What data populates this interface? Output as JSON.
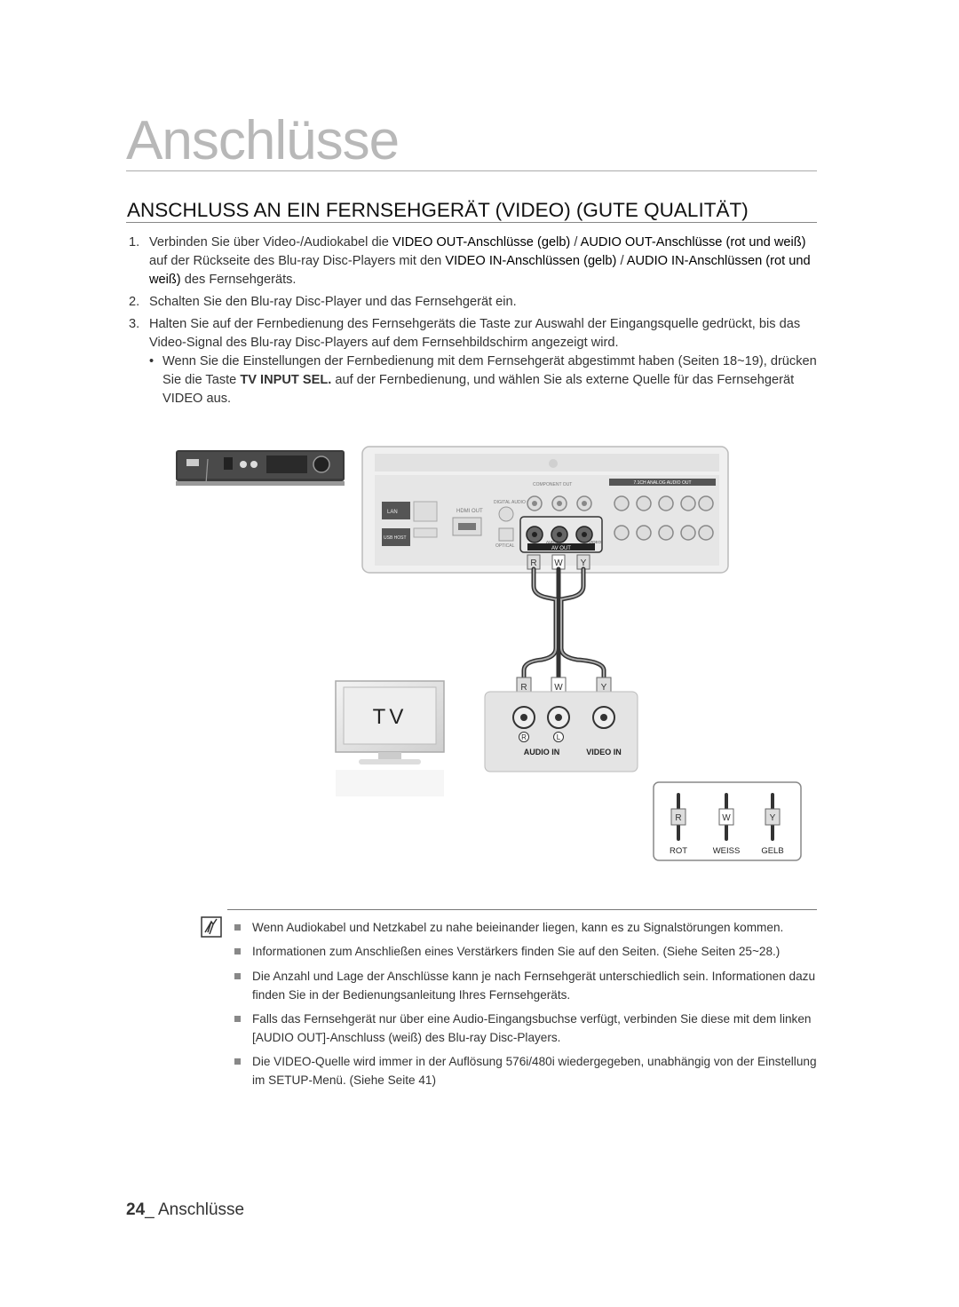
{
  "page": {
    "chapter_title": "Anschlüsse",
    "section_title": "ANSCHLUSS AN EIN FERNSEHGERÄT (VIDEO) (GUTE QUALITÄT)"
  },
  "steps": [
    {
      "num": "1.",
      "parts": [
        {
          "t": "Verbinden Sie über Video-/Audiokabel die ",
          "b": false
        },
        {
          "t": "VIDEO OUT-Anschlüsse (gelb)",
          "b": true
        },
        {
          "t": " / ",
          "b": false
        },
        {
          "t": "AUDIO OUT-Anschlüsse (rot und weiß)",
          "b": true
        },
        {
          "t": " auf der Rückseite des Blu-ray Disc-Players mit den ",
          "b": false
        },
        {
          "t": "VIDEO IN-Anschlüssen (gelb)",
          "b": true
        },
        {
          "t": " / ",
          "b": false
        },
        {
          "t": "AUDIO IN-Anschlüssen (rot und weiß)",
          "b": true
        },
        {
          "t": " des Fernsehgeräts.",
          "b": false
        }
      ]
    },
    {
      "num": "2.",
      "parts": [
        {
          "t": "Schalten Sie den Blu-ray Disc-Player und das Fernsehgerät ein.",
          "b": false
        }
      ]
    },
    {
      "num": "3.",
      "parts": [
        {
          "t": "Halten Sie auf der Fernbedienung des Fernsehgeräts die Taste zur Auswahl der Eingangsquelle gedrückt, bis das Video-Signal des Blu-ray Disc-Players auf dem Fernsehbildschirm angezeigt wird.",
          "b": false
        }
      ]
    }
  ],
  "bullet": {
    "symbol": "•",
    "parts": [
      {
        "t": "Wenn Sie die Einstellungen der Fernbedienung mit dem Fernsehgerät abgestimmt haben (Seiten 18~19), drücken Sie die Taste ",
        "b": false
      },
      {
        "t": "TV INPUT SEL.",
        "b": true
      },
      {
        "t": " auf der Fernbedienung, und wählen Sie als externe Quelle für das Fernsehgerät VIDEO aus.",
        "b": false
      }
    ]
  },
  "diagram": {
    "panel_labels": {
      "component_out": "COMPONENT OUT",
      "analog_audio_out": "7.1CH ANALOG AUDIO OUT",
      "hdmi_out": "HDMI OUT",
      "lan": "LAN",
      "usb_host": "USB HOST",
      "digital_audio_out": "DIGITAL AUDIO OUT",
      "optical": "OPTICAL",
      "av_out": "AV OUT",
      "audio_label": "AUDIO",
      "video_label": "VIDEO"
    },
    "plug_letters": [
      "R",
      "W",
      "Y"
    ],
    "tv_label": "TV",
    "tv_jack_letters": [
      "R",
      "L"
    ],
    "tv_input_labels": {
      "audio": "AUDIO IN",
      "video": "VIDEO IN"
    },
    "legend": [
      {
        "letter": "R",
        "label": "ROT"
      },
      {
        "letter": "W",
        "label": "WEISS"
      },
      {
        "letter": "Y",
        "label": "GELB"
      }
    ]
  },
  "notes": [
    "Wenn Audiokabel und Netzkabel zu nahe beieinander liegen, kann es zu Signalstörungen kommen.",
    "Informationen zum Anschließen eines Verstärkers finden Sie auf den Seiten. (Siehe Seiten 25~28.)",
    "Die Anzahl und Lage der Anschlüsse kann je nach Fernsehgerät unterschiedlich sein. Informationen dazu finden Sie in der Bedienungsanleitung Ihres Fernsehgeräts.",
    "Falls das Fernsehgerät nur über eine Audio-Eingangsbuchse verfügt, verbinden Sie diese mit dem linken [AUDIO OUT]-Anschluss (weiß) des Blu-ray Disc-Players.",
    "Die VIDEO-Quelle wird immer in der Auflösung 576i/480i wiedergegeben, unabhängig von der Einstellung im SETUP-Menü. (Siehe Seite 41)"
  ],
  "footer": {
    "page_number": "24",
    "separator": "_ ",
    "chapter": "Anschlüsse"
  }
}
